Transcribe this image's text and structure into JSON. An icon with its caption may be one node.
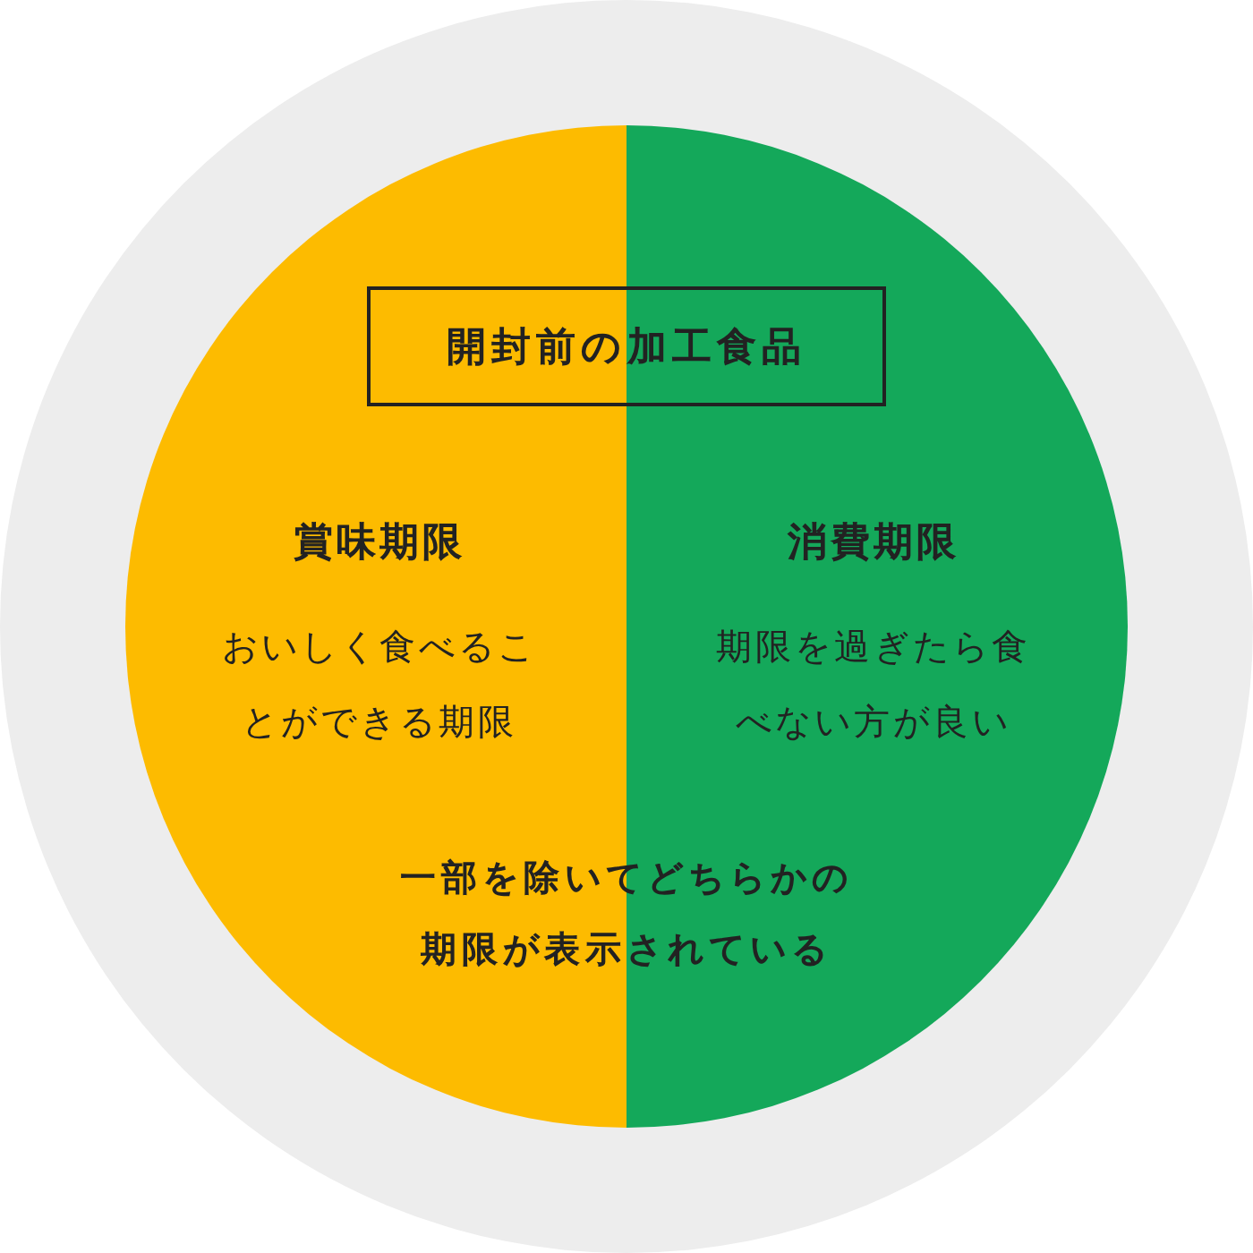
{
  "diagram": {
    "nodes": [
      {
        "text": [
          "開封前の加工食品"
        ]
      },
      {
        "text": [
          "賞味期限",
          "おいしく食べることができる期限"
        ]
      },
      {
        "text": [
          "消費期限",
          "期限を過ぎたら食べない方が良い"
        ]
      }
    ],
    "labels": [
      "一部を除いてどちらかの期限が表示されている"
    ]
  }
}
